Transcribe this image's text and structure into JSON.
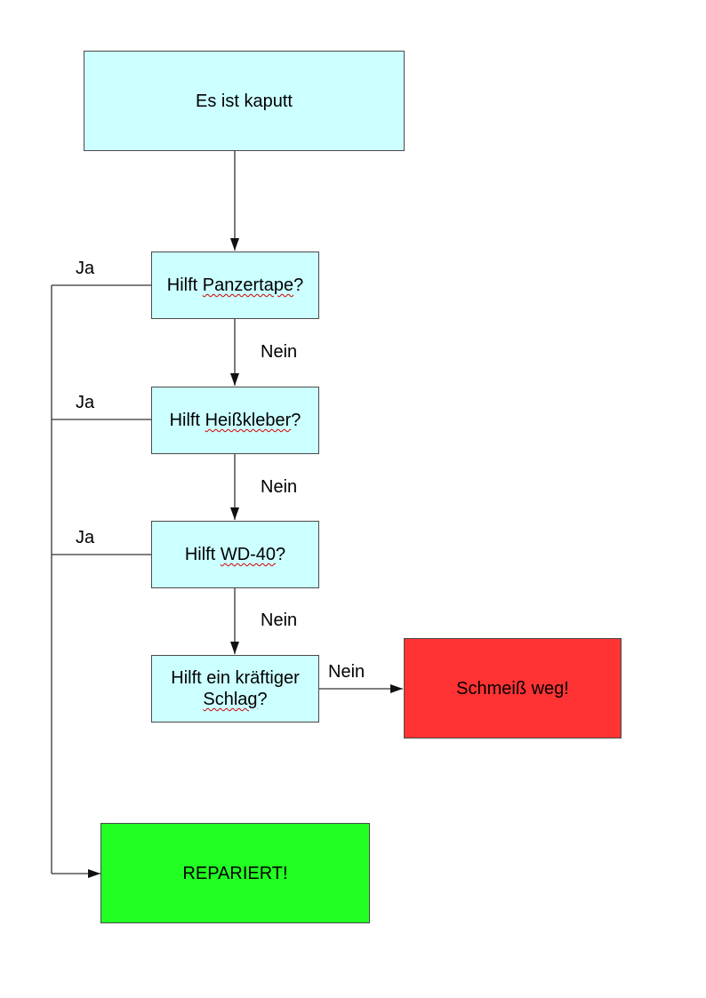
{
  "colors": {
    "decision_fill": "#ccffff",
    "fail_fill": "#ff3333",
    "success_fill": "#22ff22",
    "line": "#333333"
  },
  "nodes": {
    "start": {
      "text": "Es ist kaputt"
    },
    "q_tape": {
      "pre": "Hilft ",
      "term": "Panzertape",
      "post": "?"
    },
    "q_glue": {
      "pre": "Hilft ",
      "term": "Heißkleber",
      "post": "?"
    },
    "q_wd40": {
      "pre": "Hilft ",
      "term": "WD-40",
      "post": "?"
    },
    "q_hit": {
      "line1": "Hilft ein kräftiger",
      "term": "Schlag",
      "post": "?"
    },
    "fail": {
      "text": "Schmeiß weg!"
    },
    "success": {
      "text": "REPARIERT!"
    }
  },
  "edge_labels": {
    "yes_1": "Ja",
    "yes_2": "Ja",
    "yes_3": "Ja",
    "no_1": "Nein",
    "no_2": "Nein",
    "no_3": "Nein",
    "no_4": "Nein"
  }
}
